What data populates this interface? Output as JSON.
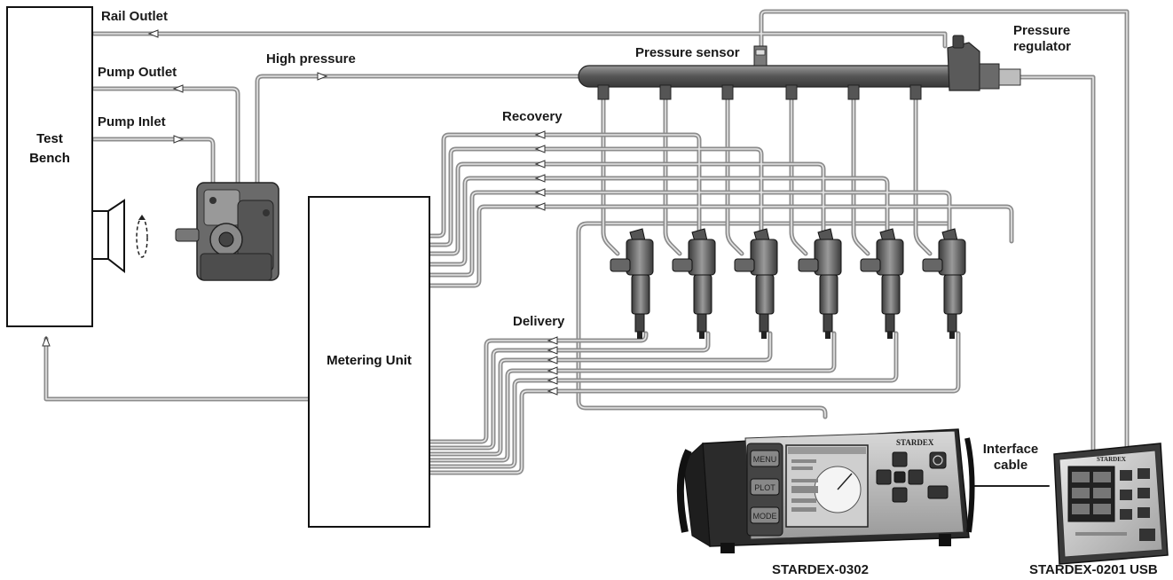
{
  "labels": {
    "rail_outlet": "Rail Outlet",
    "pump_outlet": "Pump Outlet",
    "pump_inlet": "Pump Inlet",
    "high_pressure": "High pressure",
    "pressure_sensor": "Pressure sensor",
    "pressure_regulator_1": "Pressure",
    "pressure_regulator_2": "regulator",
    "recovery": "Recovery",
    "delivery": "Delivery",
    "interface_cable_1": "Interface",
    "interface_cable_2": "cable"
  },
  "boxes": {
    "test_bench_1": "Test",
    "test_bench_2": "Bench",
    "metering_unit": "Metering Unit"
  },
  "devices": {
    "stardex_0302": "STARDEX-0302",
    "stardex_0201": "STARDEX-0201 USB",
    "brand": "STARDEX",
    "menu_button": "MENU",
    "plot_button": "PLOT",
    "mode_button": "MODE"
  },
  "colors": {
    "pipe": "#8c8c8c",
    "pipe_core": "#e0e0e0",
    "rail": "#6e6e6e",
    "outline": "#111111"
  }
}
